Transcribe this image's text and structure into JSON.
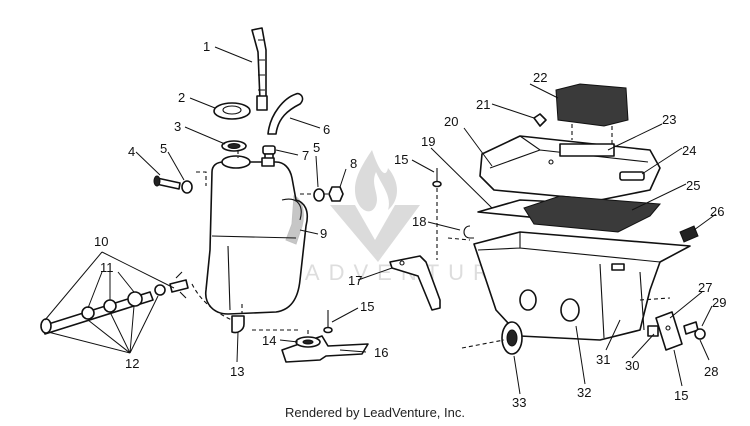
{
  "diagram": {
    "callouts": [
      "1",
      "2",
      "3",
      "4",
      "5",
      "6",
      "7",
      "5",
      "8",
      "9",
      "10",
      "11",
      "12",
      "13",
      "14",
      "15",
      "16",
      "17",
      "18",
      "19",
      "20",
      "21",
      "22",
      "23",
      "24",
      "25",
      "15",
      "26",
      "27",
      "29",
      "30",
      "31",
      "32",
      "33",
      "28",
      "15"
    ],
    "watermark": "LEADVENTURE"
  },
  "footer": {
    "text": "Rendered by LeadVenture, Inc."
  }
}
